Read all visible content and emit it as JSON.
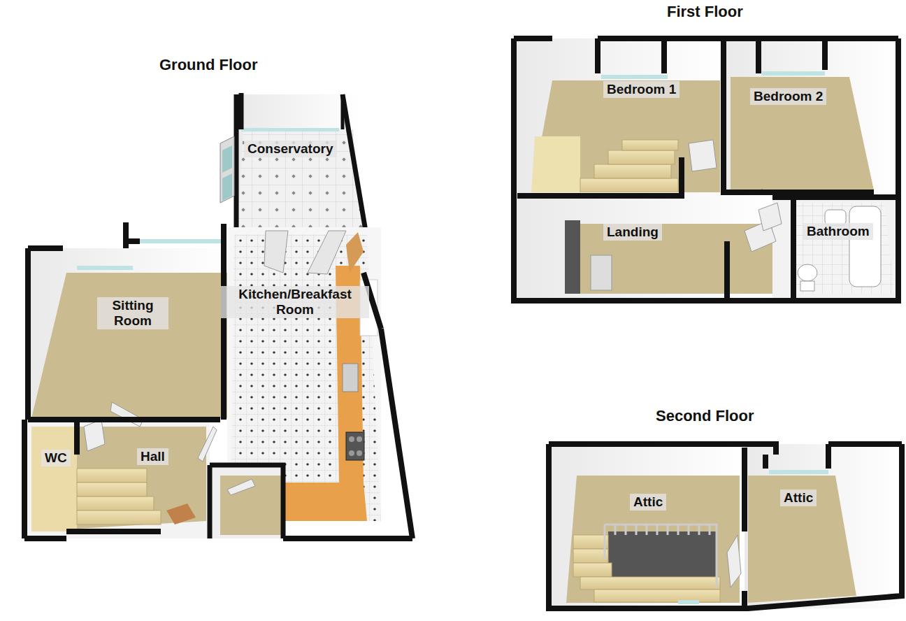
{
  "diagram": {
    "nodes": [
      {
        "text": [
          "Conservatory"
        ]
      },
      {
        "text": [
          "Sitting Room"
        ]
      },
      {
        "text": [
          "Kitchen/Breakfast Room"
        ]
      },
      {
        "text": [
          "WC"
        ]
      },
      {
        "text": [
          "Hall"
        ]
      },
      {
        "text": [
          "Bedroom 1"
        ]
      },
      {
        "text": [
          "Bedroom 2"
        ]
      },
      {
        "text": [
          "Landing"
        ]
      },
      {
        "text": [
          "Bathroom"
        ]
      },
      {
        "text": [
          "Attic"
        ]
      },
      {
        "text": [
          "Attic"
        ]
      }
    ],
    "labels": [
      "Ground Floor",
      "First Floor",
      "Second Floor"
    ]
  }
}
